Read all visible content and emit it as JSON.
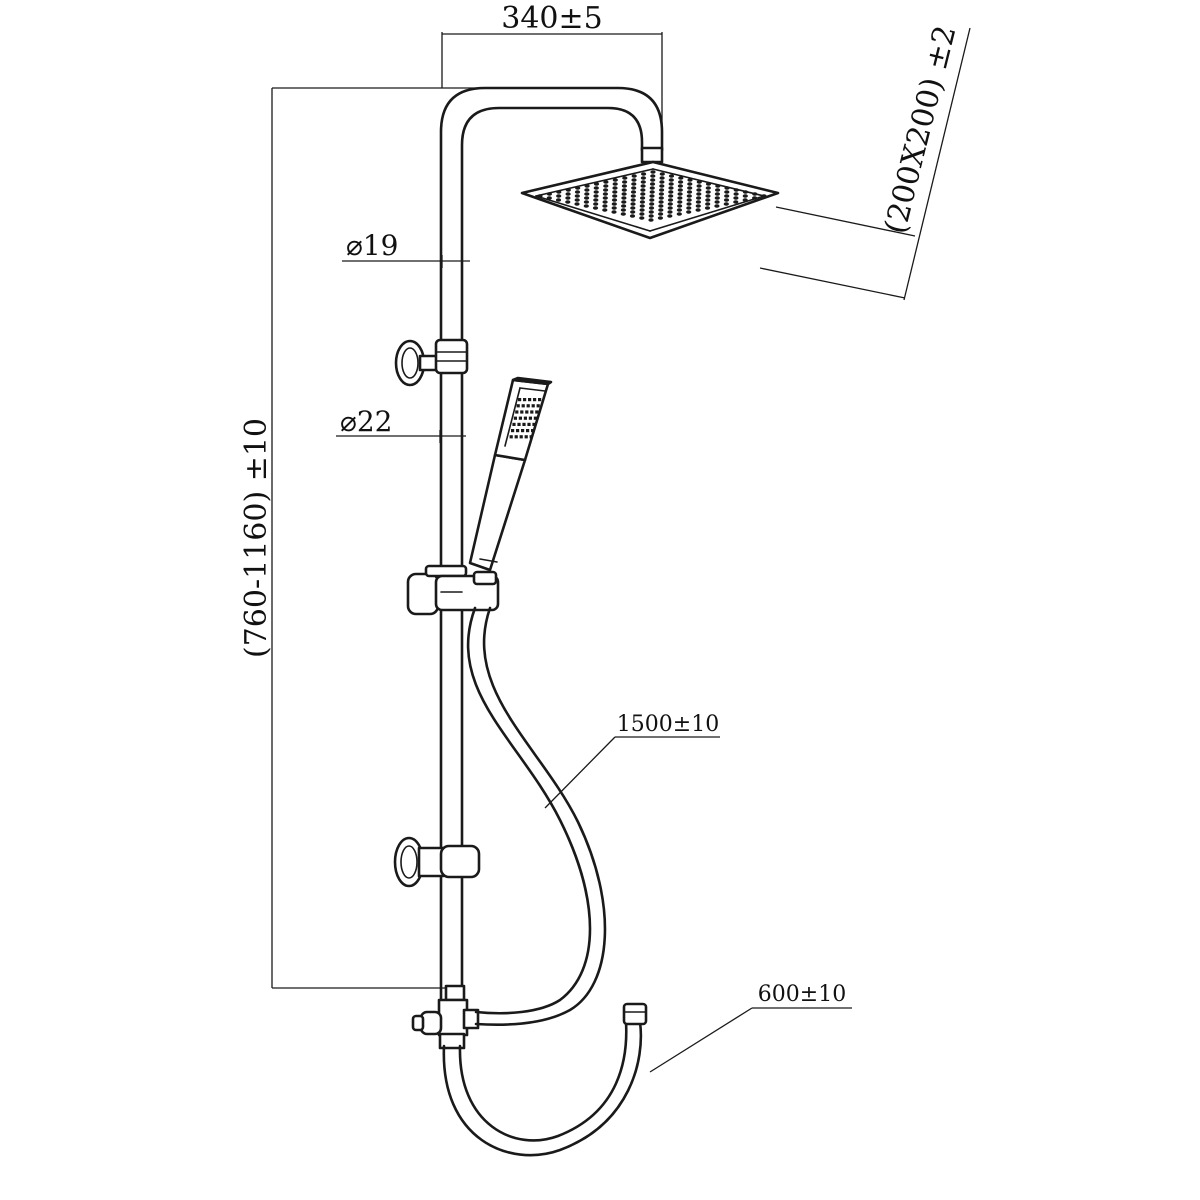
{
  "dimensions": {
    "arm_reach": "340±5",
    "head_size": "(200X200) ±2",
    "pipe_diameter_upper": "⌀19",
    "pipe_diameter_lower": "⌀22",
    "height_range": "(760-1160) ±10",
    "hose_length": "1500±10",
    "inlet_hose_length": "600±10"
  },
  "colors": {
    "line": "#1a1a1a",
    "background": "#ffffff"
  }
}
